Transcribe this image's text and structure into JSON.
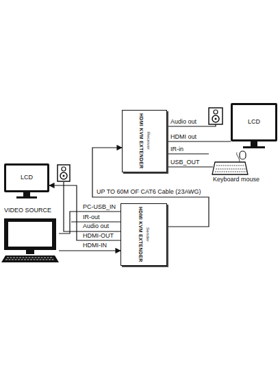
{
  "diagram": {
    "nodes": [
      {
        "text": [
          "HDMI KVM EXTENDER",
          "Receiver"
        ]
      },
      {
        "text": [
          "LCD"
        ]
      },
      {
        "text": [
          "LCD"
        ]
      },
      {
        "text": [
          "VIDEO SOURCE"
        ]
      },
      {
        "text": [
          "HDMI KVM EXTENDER",
          "Sender"
        ]
      }
    ],
    "edges": [
      {
        "from": 4,
        "to": 0,
        "label": "UP TO 60M OF CAT6 Cable (23AWG)",
        "arrow": "to"
      },
      {
        "from": 0,
        "to": 1,
        "label": "HDMI out",
        "arrow": "none"
      },
      {
        "from": 3,
        "to": 4,
        "label": "HDMI-IN",
        "arrow": "to"
      },
      {
        "from": 4,
        "to": 2,
        "label": "HDMI-OUT",
        "arrow": "to"
      },
      {
        "from": 4,
        "to": 3,
        "label": "PC-USB_IN",
        "arrow": "none"
      }
    ],
    "labels": [
      "Audio out",
      "IR-in",
      "USB_OUT",
      "Keyboard mouse",
      "IR-out",
      "Audio out"
    ]
  }
}
